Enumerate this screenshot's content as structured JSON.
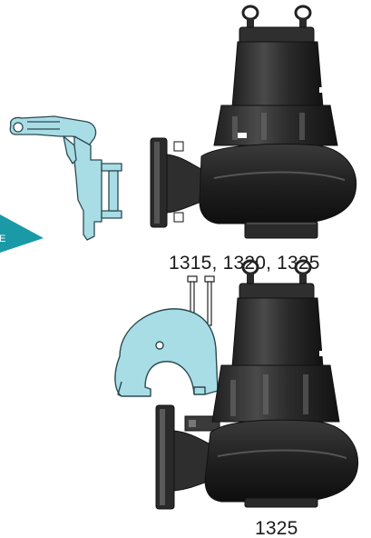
{
  "figure": {
    "top_caption": "1315, 1320, 1325",
    "bottom_caption": "1325",
    "arrow_label": "E"
  },
  "colors": {
    "part_fill": "#a9dde6",
    "part_outline": "#2a4a50",
    "pump_body": "#2b2b2b",
    "pump_highlight": "#5c5c5c",
    "arrow": "#1a9aa6",
    "background": "#ffffff"
  }
}
